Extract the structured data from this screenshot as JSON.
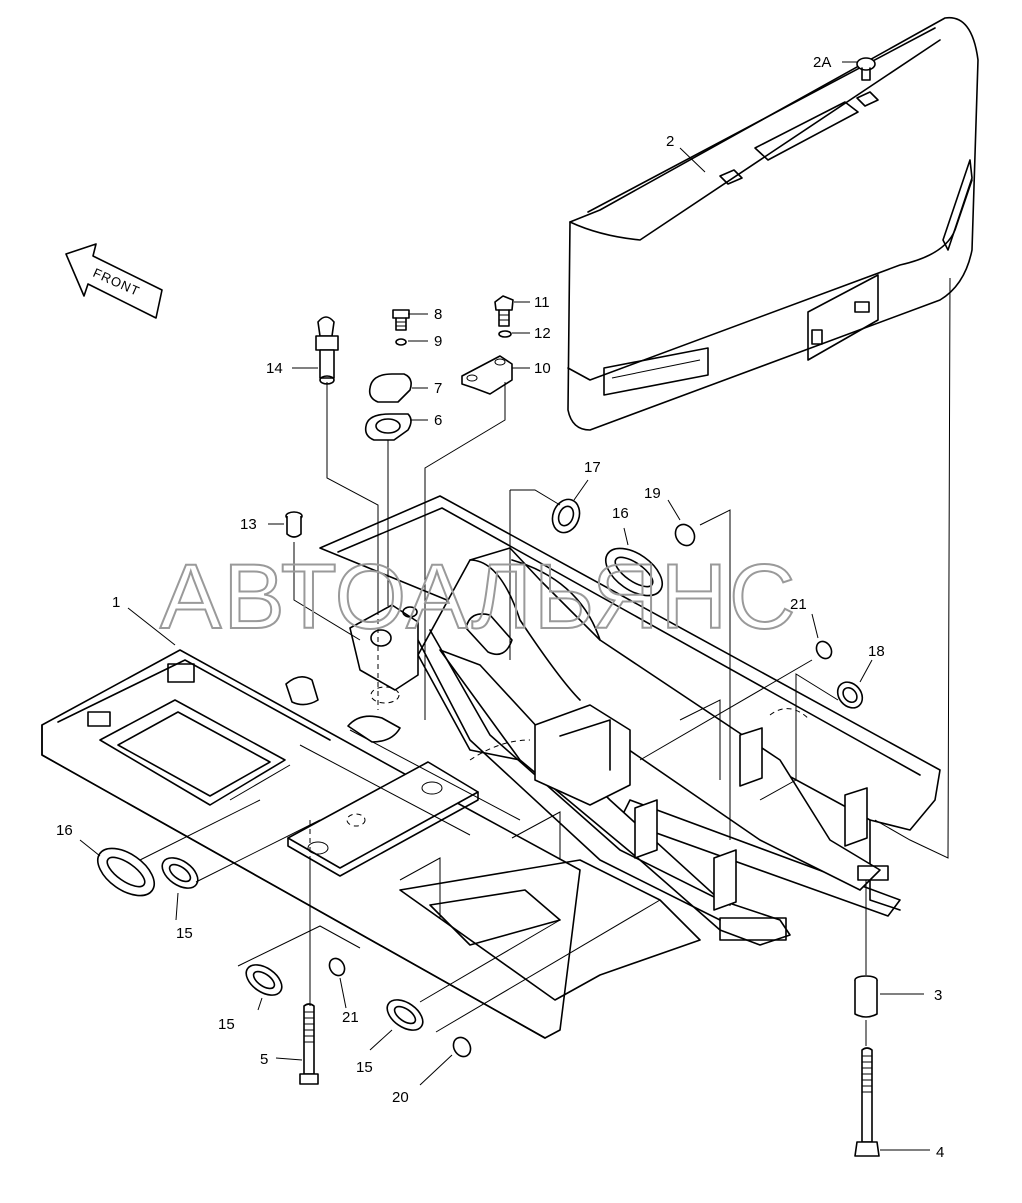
{
  "watermark": "АВТОАЛЬЯНС",
  "front_label": "FRONT",
  "callouts": {
    "c1": "1",
    "c2": "2",
    "c2A": "2A",
    "c3": "3",
    "c4": "4",
    "c5": "5",
    "c6": "6",
    "c7": "7",
    "c8": "8",
    "c9": "9",
    "c10": "10",
    "c11": "11",
    "c12": "12",
    "c13": "13",
    "c14": "14",
    "c15a": "15",
    "c15b": "15",
    "c15c": "15",
    "c16a": "16",
    "c16b": "16",
    "c17": "17",
    "c18": "18",
    "c19": "19",
    "c20": "20",
    "c21a": "21",
    "c21b": "21"
  }
}
